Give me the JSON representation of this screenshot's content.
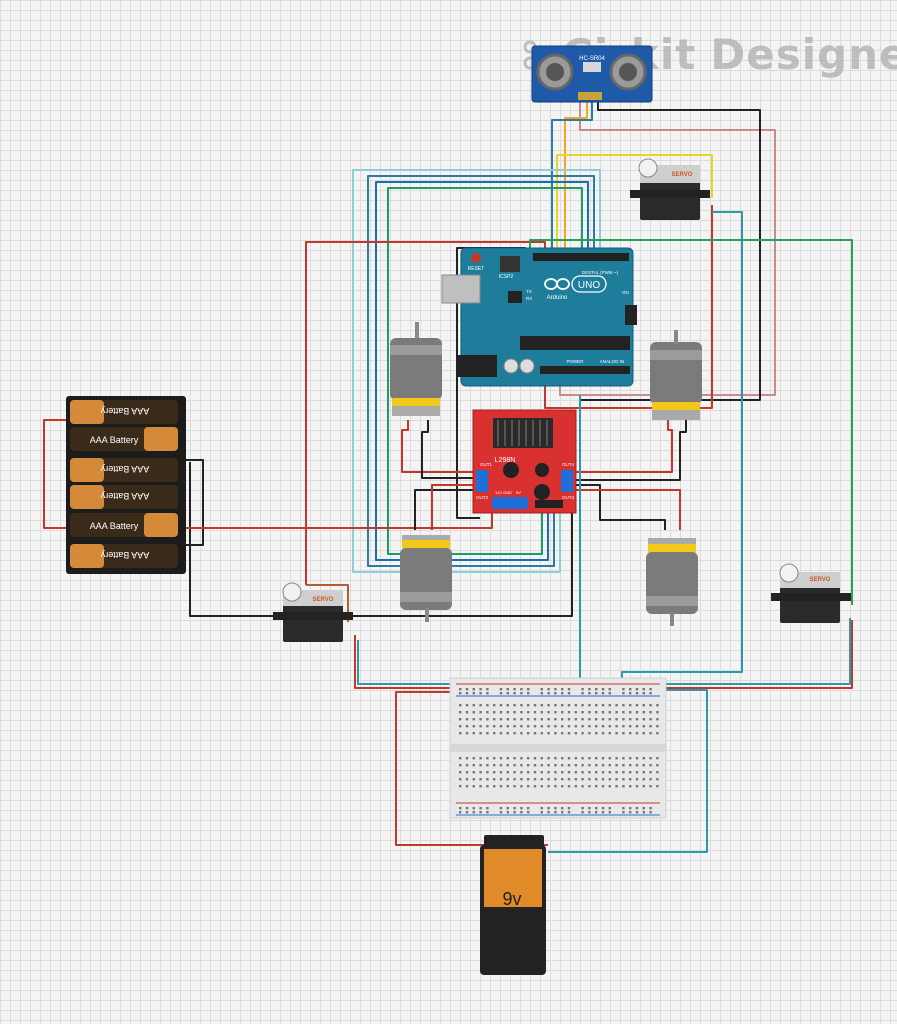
{
  "brand": {
    "word1": "Cirkit",
    "word2": "Designer"
  },
  "components": {
    "ultrasonic": {
      "label": "HC-SR04"
    },
    "arduino": {
      "brand": "Arduino",
      "model": "UNO",
      "reset": "RESET",
      "icsp": "ICSP2",
      "tx": "TX",
      "rx": "RX",
      "on": "ON",
      "digital": "DIGITAL (PWM ~)",
      "analog": "ANALOG IN",
      "power": "POWER"
    },
    "driver": {
      "name": "L298N",
      "out1": "OUT1",
      "out2": "OUT2",
      "out3": "OUT3",
      "out4": "OUT4",
      "v12": "12V",
      "gnd": "GND",
      "v5": "5V"
    },
    "servo_label": "SERVO",
    "battery_label": "AAA Battery",
    "nine_volt": "9v"
  }
}
